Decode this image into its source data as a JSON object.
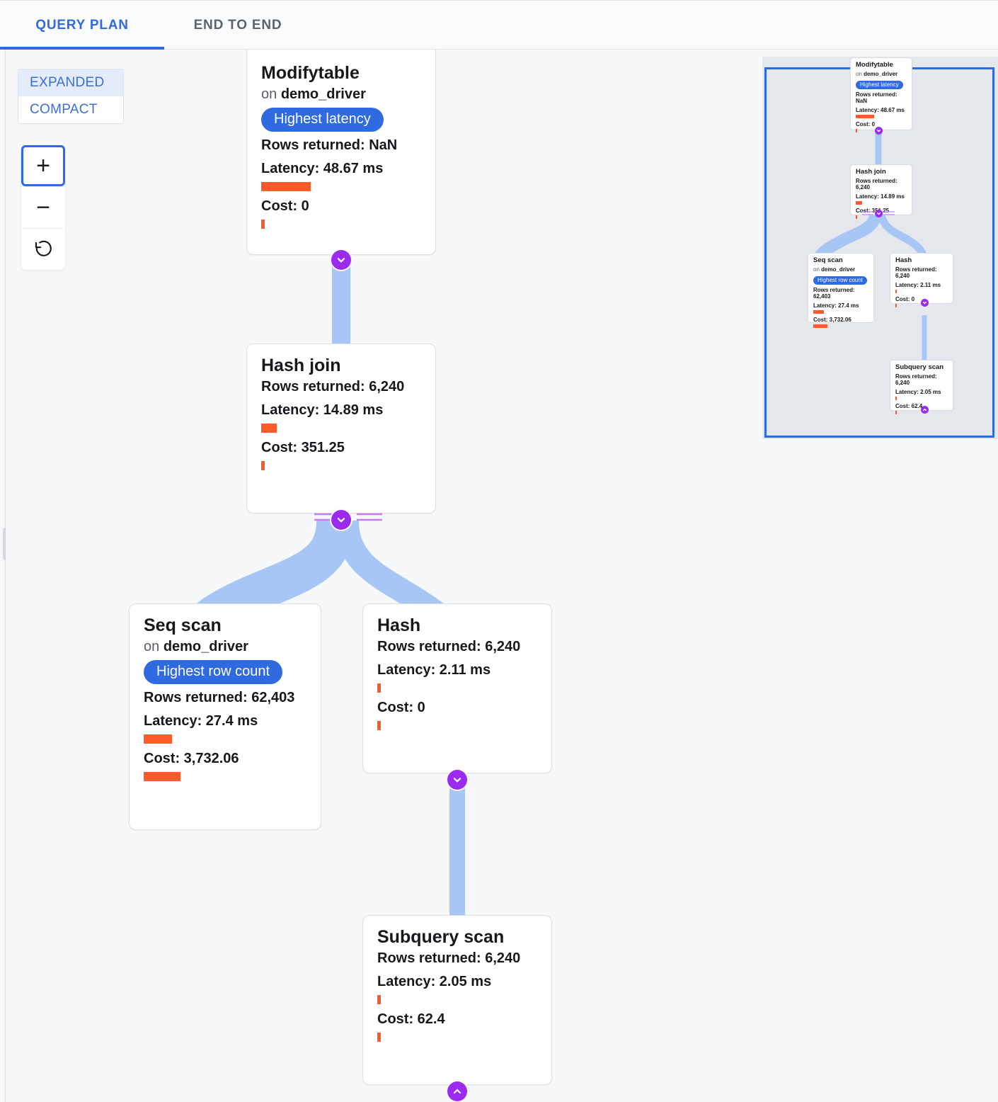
{
  "tabs": [
    {
      "id": "query-plan",
      "label": "QUERY PLAN",
      "active": true
    },
    {
      "id": "end-to-end",
      "label": "END TO END",
      "active": false
    }
  ],
  "view_mode": {
    "options": [
      "EXPANDED",
      "COMPACT"
    ],
    "selected": "EXPANDED",
    "expanded_label": "EXPANDED",
    "compact_label": "COMPACT"
  },
  "zoom_controls": {
    "zoom_in_label": "+",
    "zoom_out_label": "−",
    "reset_label": "↺"
  },
  "colors": {
    "accent_blue": "#2f6ae0",
    "bar_orange": "#fc5a28",
    "edge_blue": "#a8c6f5",
    "handle_purple": "#9b2bee",
    "canvas_bg": "#f7f8fa",
    "minimap_bg": "#e4e8ec"
  },
  "labels": {
    "on_prefix": "on",
    "rows_returned": "Rows returned:",
    "latency": "Latency:",
    "cost": "Cost:"
  },
  "plan_nodes": [
    {
      "id": "modifytable",
      "title": "Modifytable",
      "relation_prefix": "on",
      "relation": "demo_driver",
      "badge": "Highest latency",
      "rows_returned": "Rows returned: NaN",
      "latency": "Latency: 48.67 ms",
      "latency_bar_pct": 28,
      "cost": "Cost: 0",
      "cost_bar_pct": 1.5
    },
    {
      "id": "hash-join",
      "title": "Hash join",
      "relation_prefix": "",
      "relation": "",
      "badge": "",
      "rows_returned": "Rows returned: 6,240",
      "latency": "Latency: 14.89 ms",
      "latency_bar_pct": 9,
      "cost": "Cost: 351.25",
      "cost_bar_pct": 2
    },
    {
      "id": "seq-scan",
      "title": "Seq scan",
      "relation_prefix": "on",
      "relation": "demo_driver",
      "badge": "Highest row count",
      "rows_returned": "Rows returned: 62,403",
      "latency": "Latency: 27.4 ms",
      "latency_bar_pct": 16,
      "cost": "Cost: 3,732.06",
      "cost_bar_pct": 21
    },
    {
      "id": "hash",
      "title": "Hash",
      "relation_prefix": "",
      "relation": "",
      "badge": "",
      "rows_returned": "Rows returned: 6,240",
      "latency": "Latency: 2.11 ms",
      "latency_bar_pct": 1.5,
      "cost": "Cost: 0",
      "cost_bar_pct": 1.5
    },
    {
      "id": "subquery-scan",
      "title": "Subquery scan",
      "relation_prefix": "",
      "relation": "",
      "badge": "",
      "rows_returned": "Rows returned: 6,240",
      "latency": "Latency: 2.05 ms",
      "latency_bar_pct": 1.5,
      "cost": "Cost: 62.4",
      "cost_bar_pct": 1.5
    }
  ],
  "minimap": {
    "nodes": [
      {
        "id": "mini-modifytable",
        "title": "Modifytable",
        "relation_prefix": "on",
        "relation": "demo_driver",
        "badge": "Highest latency",
        "rows_returned": "Rows returned: NaN",
        "latency": "Latency: 48.67 ms",
        "cost": "Cost: 0"
      },
      {
        "id": "mini-hash-join",
        "title": "Hash join",
        "rows_returned": "Rows returned: 6,240",
        "latency": "Latency: 14.89 ms",
        "cost": "Cost: 351.25"
      },
      {
        "id": "mini-seq-scan",
        "title": "Seq scan",
        "relation_prefix": "on",
        "relation": "demo_driver",
        "badge": "Highest row count",
        "rows_returned": "Rows returned: 62,403",
        "latency": "Latency: 27.4 ms",
        "cost": "Cost: 3,732.06"
      },
      {
        "id": "mini-hash",
        "title": "Hash",
        "rows_returned": "Rows returned: 6,240",
        "latency": "Latency: 2.11 ms",
        "cost": "Cost: 0"
      },
      {
        "id": "mini-subquery-scan",
        "title": "Subquery scan",
        "rows_returned": "Rows returned: 6,240",
        "latency": "Latency: 2.05 ms",
        "cost": "Cost: 62.4"
      }
    ]
  }
}
